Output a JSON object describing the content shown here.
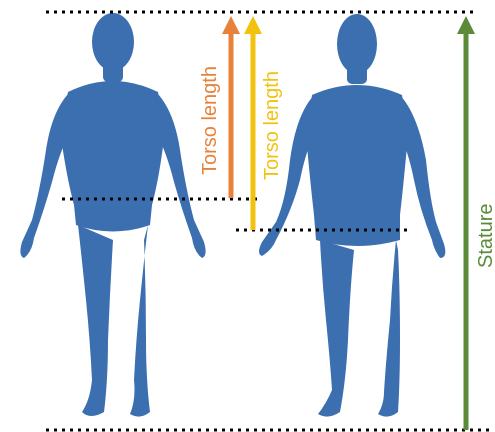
{
  "labels": {
    "torso_left": "Torso length",
    "torso_right": "Torso length",
    "stature": "Stature"
  },
  "colors": {
    "body": "#3b6fb0",
    "body_shade": "#2c5a94",
    "torso_left": "#e8823a",
    "torso_right": "#f2c20f",
    "stature": "#5b8a3a",
    "dotted_line": "#000000"
  },
  "figures": [
    {
      "id": "left-figure",
      "description_icon": "human-body-mesh-icon"
    },
    {
      "id": "right-figure",
      "description_icon": "human-body-mesh-icon"
    }
  ]
}
